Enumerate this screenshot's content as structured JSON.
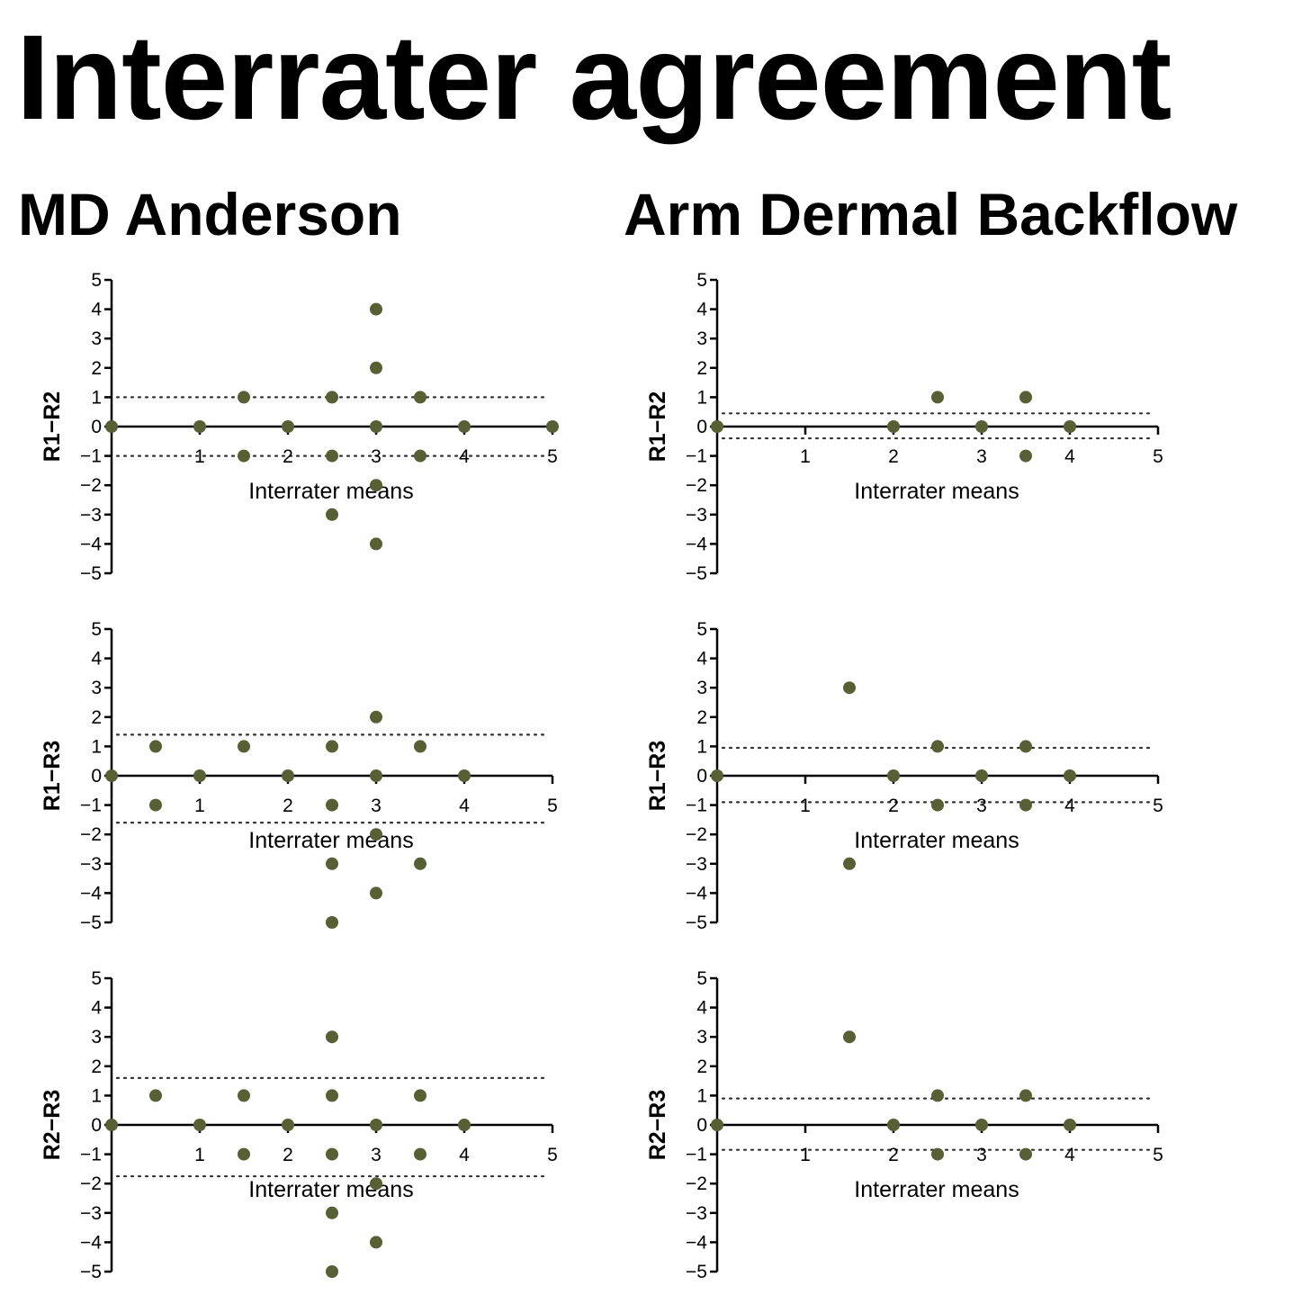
{
  "page": {
    "title": "Interrater agreement",
    "column_titles": [
      "MD Anderson",
      "Arm Dermal Backflow"
    ]
  },
  "colors": {
    "point": "#575f35",
    "axis": "#000000",
    "limit_line": "#333333"
  },
  "chart_data": [
    {
      "type": "scatter",
      "panel": "MD Anderson R1-R2",
      "xlabel": "Interrater means",
      "ylabel": "R1−R2",
      "xlim": [
        0,
        5
      ],
      "ylim": [
        -5,
        5
      ],
      "xticks": [
        1,
        2,
        3,
        4,
        5
      ],
      "yticks": [
        5,
        4,
        3,
        2,
        1,
        0,
        -1,
        -2,
        -3,
        -4,
        -5
      ],
      "limits_of_agreement": [
        1,
        -1
      ],
      "grid": false,
      "points": [
        [
          0,
          0
        ],
        [
          1,
          0
        ],
        [
          1.5,
          1
        ],
        [
          1.5,
          -1
        ],
        [
          2,
          0
        ],
        [
          2.5,
          1
        ],
        [
          2.5,
          -1
        ],
        [
          2.5,
          -3
        ],
        [
          3,
          4
        ],
        [
          3,
          2
        ],
        [
          3,
          0
        ],
        [
          3,
          -2
        ],
        [
          3,
          -4
        ],
        [
          3.5,
          1
        ],
        [
          3.5,
          -1
        ],
        [
          4,
          0
        ],
        [
          5,
          0
        ]
      ]
    },
    {
      "type": "scatter",
      "panel": "Arm Dermal Backflow R1-R2",
      "xlabel": "Interrater means",
      "ylabel": "R1−R2",
      "xlim": [
        0,
        5
      ],
      "ylim": [
        -5,
        5
      ],
      "xticks": [
        1,
        2,
        3,
        4,
        5
      ],
      "yticks": [
        5,
        4,
        3,
        2,
        1,
        0,
        -1,
        -2,
        -3,
        -4,
        -5
      ],
      "limits_of_agreement": [
        0.45,
        -0.4
      ],
      "grid": false,
      "points": [
        [
          0,
          0
        ],
        [
          2,
          0
        ],
        [
          2.5,
          1
        ],
        [
          3,
          0
        ],
        [
          3.5,
          1
        ],
        [
          3.5,
          -1
        ],
        [
          4,
          0
        ]
      ]
    },
    {
      "type": "scatter",
      "panel": "MD Anderson R1-R3",
      "xlabel": "Interrater means",
      "ylabel": "R1−R3",
      "xlim": [
        0,
        5
      ],
      "ylim": [
        -5,
        5
      ],
      "xticks": [
        1,
        2,
        3,
        4,
        5
      ],
      "yticks": [
        5,
        4,
        3,
        2,
        1,
        0,
        -1,
        -2,
        -3,
        -4,
        -5
      ],
      "limits_of_agreement": [
        1.4,
        -1.6
      ],
      "grid": false,
      "points": [
        [
          0,
          0
        ],
        [
          0.5,
          1
        ],
        [
          0.5,
          -1
        ],
        [
          1,
          0
        ],
        [
          1.5,
          1
        ],
        [
          2,
          0
        ],
        [
          2.5,
          1
        ],
        [
          2.5,
          -1
        ],
        [
          2.5,
          -3
        ],
        [
          2.5,
          -5
        ],
        [
          3,
          2
        ],
        [
          3,
          0
        ],
        [
          3,
          -2
        ],
        [
          3,
          -4
        ],
        [
          3.5,
          1
        ],
        [
          3.5,
          -3
        ],
        [
          4,
          0
        ]
      ]
    },
    {
      "type": "scatter",
      "panel": "Arm Dermal Backflow R1-R3",
      "xlabel": "Interrater means",
      "ylabel": "R1−R3",
      "xlim": [
        0,
        5
      ],
      "ylim": [
        -5,
        5
      ],
      "xticks": [
        1,
        2,
        3,
        4,
        5
      ],
      "yticks": [
        5,
        4,
        3,
        2,
        1,
        0,
        -1,
        -2,
        -3,
        -4,
        -5
      ],
      "limits_of_agreement": [
        0.95,
        -0.9
      ],
      "grid": false,
      "points": [
        [
          0,
          0
        ],
        [
          1.5,
          3
        ],
        [
          1.5,
          -3
        ],
        [
          2,
          0
        ],
        [
          2.5,
          1
        ],
        [
          2.5,
          -1
        ],
        [
          3,
          0
        ],
        [
          3.5,
          1
        ],
        [
          3.5,
          -1
        ],
        [
          4,
          0
        ]
      ]
    },
    {
      "type": "scatter",
      "panel": "MD Anderson R2-R3",
      "xlabel": "Interrater means",
      "ylabel": "R2−R3",
      "xlim": [
        0,
        5
      ],
      "ylim": [
        -5,
        5
      ],
      "xticks": [
        1,
        2,
        3,
        4,
        5
      ],
      "yticks": [
        5,
        4,
        3,
        2,
        1,
        0,
        -1,
        -2,
        -3,
        -4,
        -5
      ],
      "limits_of_agreement": [
        1.6,
        -1.75
      ],
      "grid": false,
      "points": [
        [
          0,
          0
        ],
        [
          0.5,
          1
        ],
        [
          1,
          0
        ],
        [
          1.5,
          1
        ],
        [
          1.5,
          -1
        ],
        [
          2,
          0
        ],
        [
          2.5,
          3
        ],
        [
          2.5,
          1
        ],
        [
          2.5,
          -1
        ],
        [
          2.5,
          -3
        ],
        [
          2.5,
          -5
        ],
        [
          3,
          0
        ],
        [
          3,
          -2
        ],
        [
          3,
          -4
        ],
        [
          3.5,
          1
        ],
        [
          3.5,
          -1
        ],
        [
          4,
          0
        ]
      ]
    },
    {
      "type": "scatter",
      "panel": "Arm Dermal Backflow R2-R3",
      "xlabel": "Interrater means",
      "ylabel": "R2−R3",
      "xlim": [
        0,
        5
      ],
      "ylim": [
        -5,
        5
      ],
      "xticks": [
        1,
        2,
        3,
        4,
        5
      ],
      "yticks": [
        5,
        4,
        3,
        2,
        1,
        0,
        -1,
        -2,
        -3,
        -4,
        -5
      ],
      "limits_of_agreement": [
        0.9,
        -0.85
      ],
      "grid": false,
      "points": [
        [
          0,
          0
        ],
        [
          1.5,
          3
        ],
        [
          2,
          0
        ],
        [
          2.5,
          1
        ],
        [
          2.5,
          -1
        ],
        [
          3,
          0
        ],
        [
          3.5,
          1
        ],
        [
          3.5,
          -1
        ],
        [
          4,
          0
        ]
      ]
    }
  ]
}
